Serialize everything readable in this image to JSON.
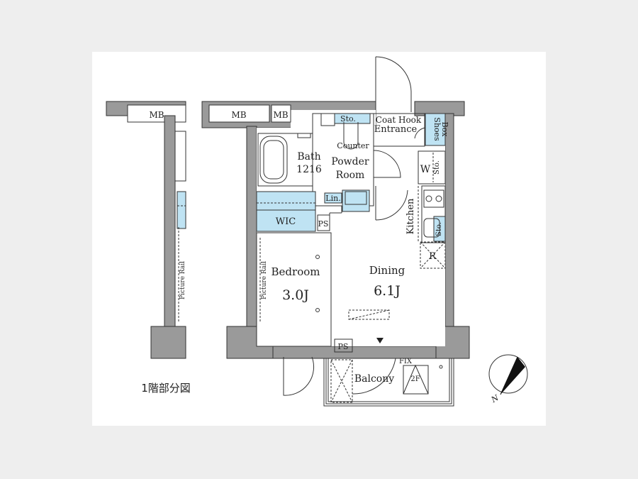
{
  "floor_plan": {
    "caption": "1階部分図",
    "rooms": {
      "mb_left": "MB",
      "mb_main_1": "MB",
      "mb_main_2": "MB",
      "storage_toilet": "Sto.",
      "coat_hook": "Coat Hook",
      "entrance": "Entrance",
      "shoes_box_1": "Shoes",
      "shoes_box_2": "Box",
      "counter": "Counter",
      "bath": "Bath",
      "bath_size": "1216",
      "powder_room_1": "Powder",
      "powder_room_2": "Room",
      "washer": "W",
      "storage_washer": "Sto.",
      "linen": "Lin.",
      "kitchen": "Kitchen",
      "storage_kitchen": "Sto.",
      "wic": "WIC",
      "ps_upper": "PS",
      "refrigerator": "R",
      "bedroom": "Bedroom",
      "bedroom_size": "3.0J",
      "dining": "Dining",
      "dining_size": "6.1J",
      "picture_rail_left": "Picture Rail",
      "picture_rail_bedroom": "Picture Rail",
      "ps_lower": "PS",
      "fix": "FIX",
      "balcony": "Balcony",
      "hatch_2f": "2F"
    },
    "compass": {
      "label": "N"
    },
    "colors": {
      "storage_fill": "#bfe3f3",
      "wall_fill": "#9a9a9a",
      "background": "#ffffff"
    }
  }
}
